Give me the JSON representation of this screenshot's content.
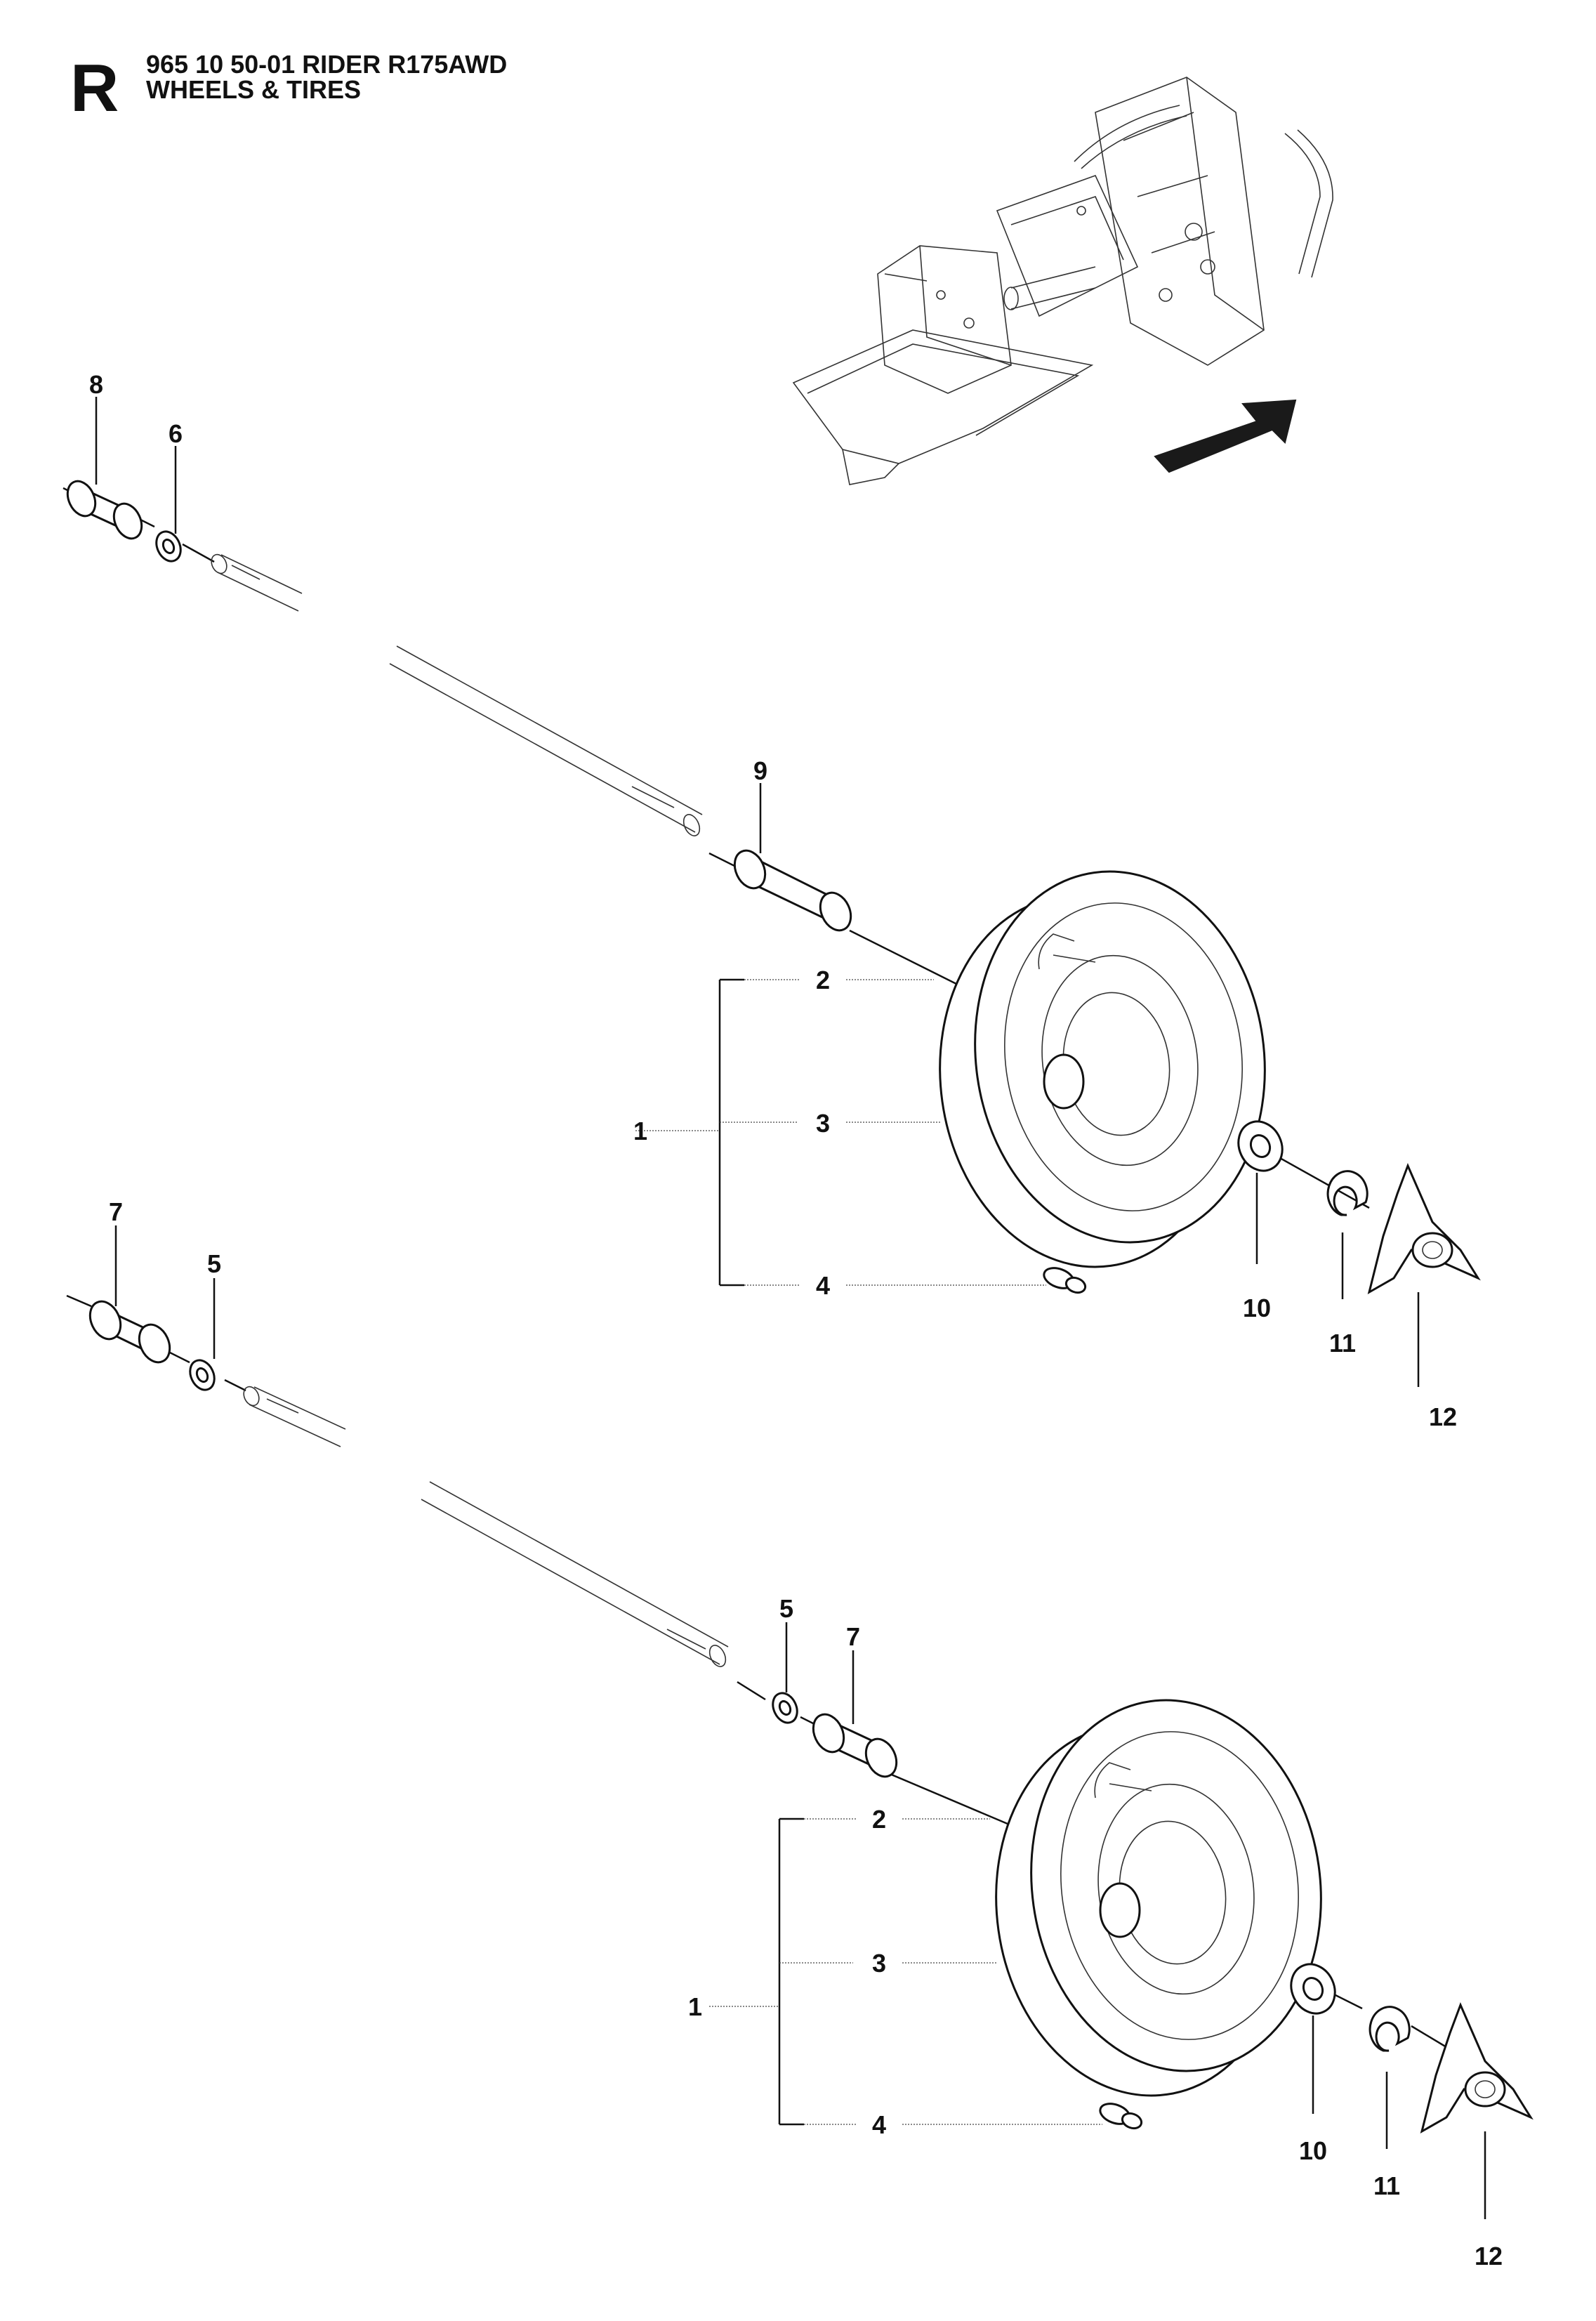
{
  "header": {
    "section_letter": "R",
    "title_line1": "965 10 50-01 RIDER R175AWD",
    "title_line2": "WHEELS & TIRES"
  },
  "callouts": {
    "upper": {
      "c8": "8",
      "c6": "6",
      "c9": "9",
      "c1": "1",
      "c2": "2",
      "c3": "3",
      "c4": "4",
      "c10": "10",
      "c11": "11",
      "c12": "12"
    },
    "lower": {
      "c7a": "7",
      "c5a": "5",
      "c5b": "5",
      "c7b": "7",
      "c1": "1",
      "c2": "2",
      "c3": "3",
      "c4": "4",
      "c10": "10",
      "c11": "11",
      "c12": "12"
    }
  },
  "colors": {
    "ink": "#111111",
    "arrow": "#1a1a1a",
    "paper": "#ffffff"
  },
  "icons": {
    "direction": "view-direction-arrow"
  }
}
